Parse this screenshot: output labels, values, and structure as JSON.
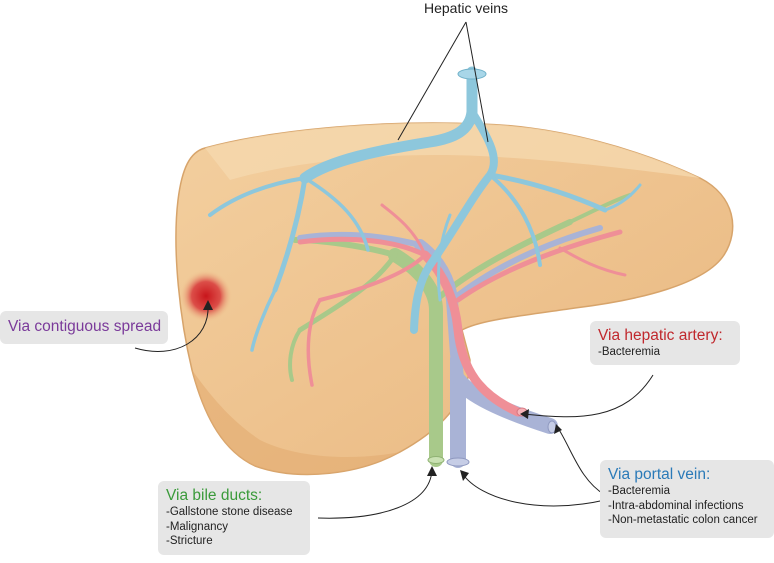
{
  "labels": {
    "hepatic_veins": "Hepatic veins",
    "contiguous": {
      "title": "Via contiguous spread"
    },
    "hepatic_artery": {
      "title": "Via hepatic artery:",
      "items": [
        "-Bacteremia"
      ]
    },
    "bile_ducts": {
      "title": "Via bile ducts:",
      "items": [
        "-Gallstone stone disease",
        "-Malignancy",
        "-Stricture"
      ]
    },
    "portal_vein": {
      "title": "Via portal vein:",
      "items": [
        "-Bacteremia",
        "-Intra-abdominal infections",
        "-Non-metastatic colon cancer"
      ]
    }
  },
  "colors": {
    "liver": "#efc48e",
    "liver_shade": "#e2ab72",
    "hepatic_vein": "#8dc7dc",
    "hepatic_artery": "#ef8f97",
    "portal_vein": "#a9b3d6",
    "bile_duct": "#a8c98a",
    "abscess": "#d42a2a",
    "contiguous_text": "#7a3a9a",
    "artery_text": "#c0282d",
    "bile_text": "#3a9a3a",
    "portal_text": "#2a7ab8"
  }
}
